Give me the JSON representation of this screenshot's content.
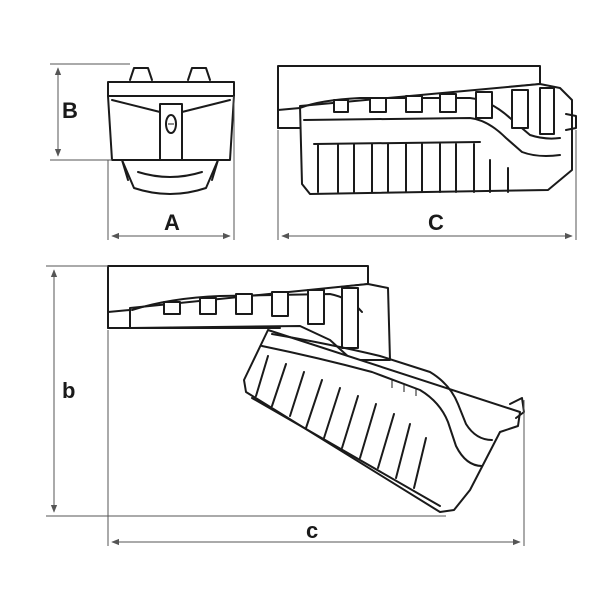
{
  "labels": {
    "A": "A",
    "B": "B",
    "C": "C",
    "b": "b",
    "c": "c"
  },
  "colors": {
    "ink": "#1a1a1a",
    "dimension": "#555555",
    "background": "#ffffff"
  }
}
